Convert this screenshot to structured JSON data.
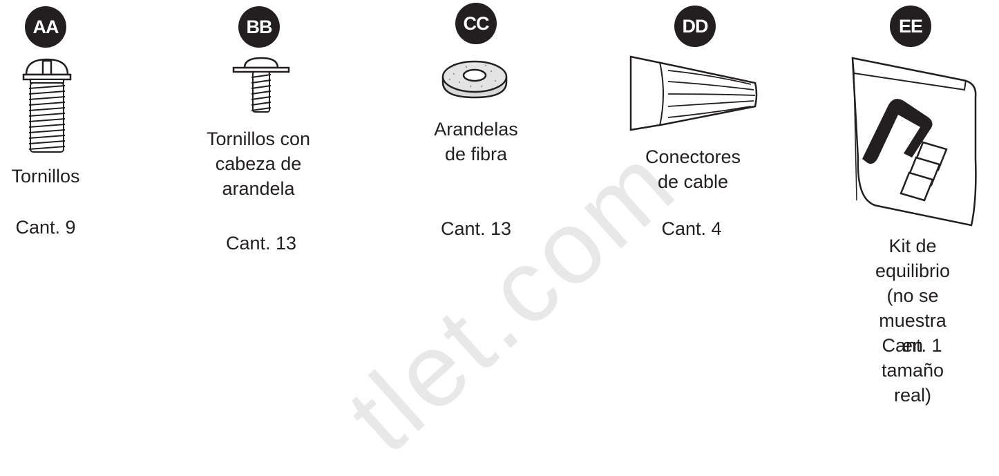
{
  "watermark": "tlet.com",
  "parts": [
    {
      "id": "AA",
      "name": "Tornillos",
      "qty": "Cant. 9",
      "icon": "screw-icon"
    },
    {
      "id": "BB",
      "name": "Tornillos con\ncabeza de\narandela",
      "qty": "Cant. 13",
      "icon": "washer-head-screw-icon"
    },
    {
      "id": "CC",
      "name": "Arandelas\nde fibra",
      "qty": "Cant. 13",
      "icon": "fiber-washer-icon"
    },
    {
      "id": "DD",
      "name": "Conectores\nde cable",
      "qty": "Cant. 4",
      "icon": "wire-connector-icon"
    },
    {
      "id": "EE",
      "name": "Kit de equilibrio\n(no se muestra\nen tamaño real)",
      "qty": "Cant. 1",
      "icon": "balancing-kit-icon"
    }
  ]
}
